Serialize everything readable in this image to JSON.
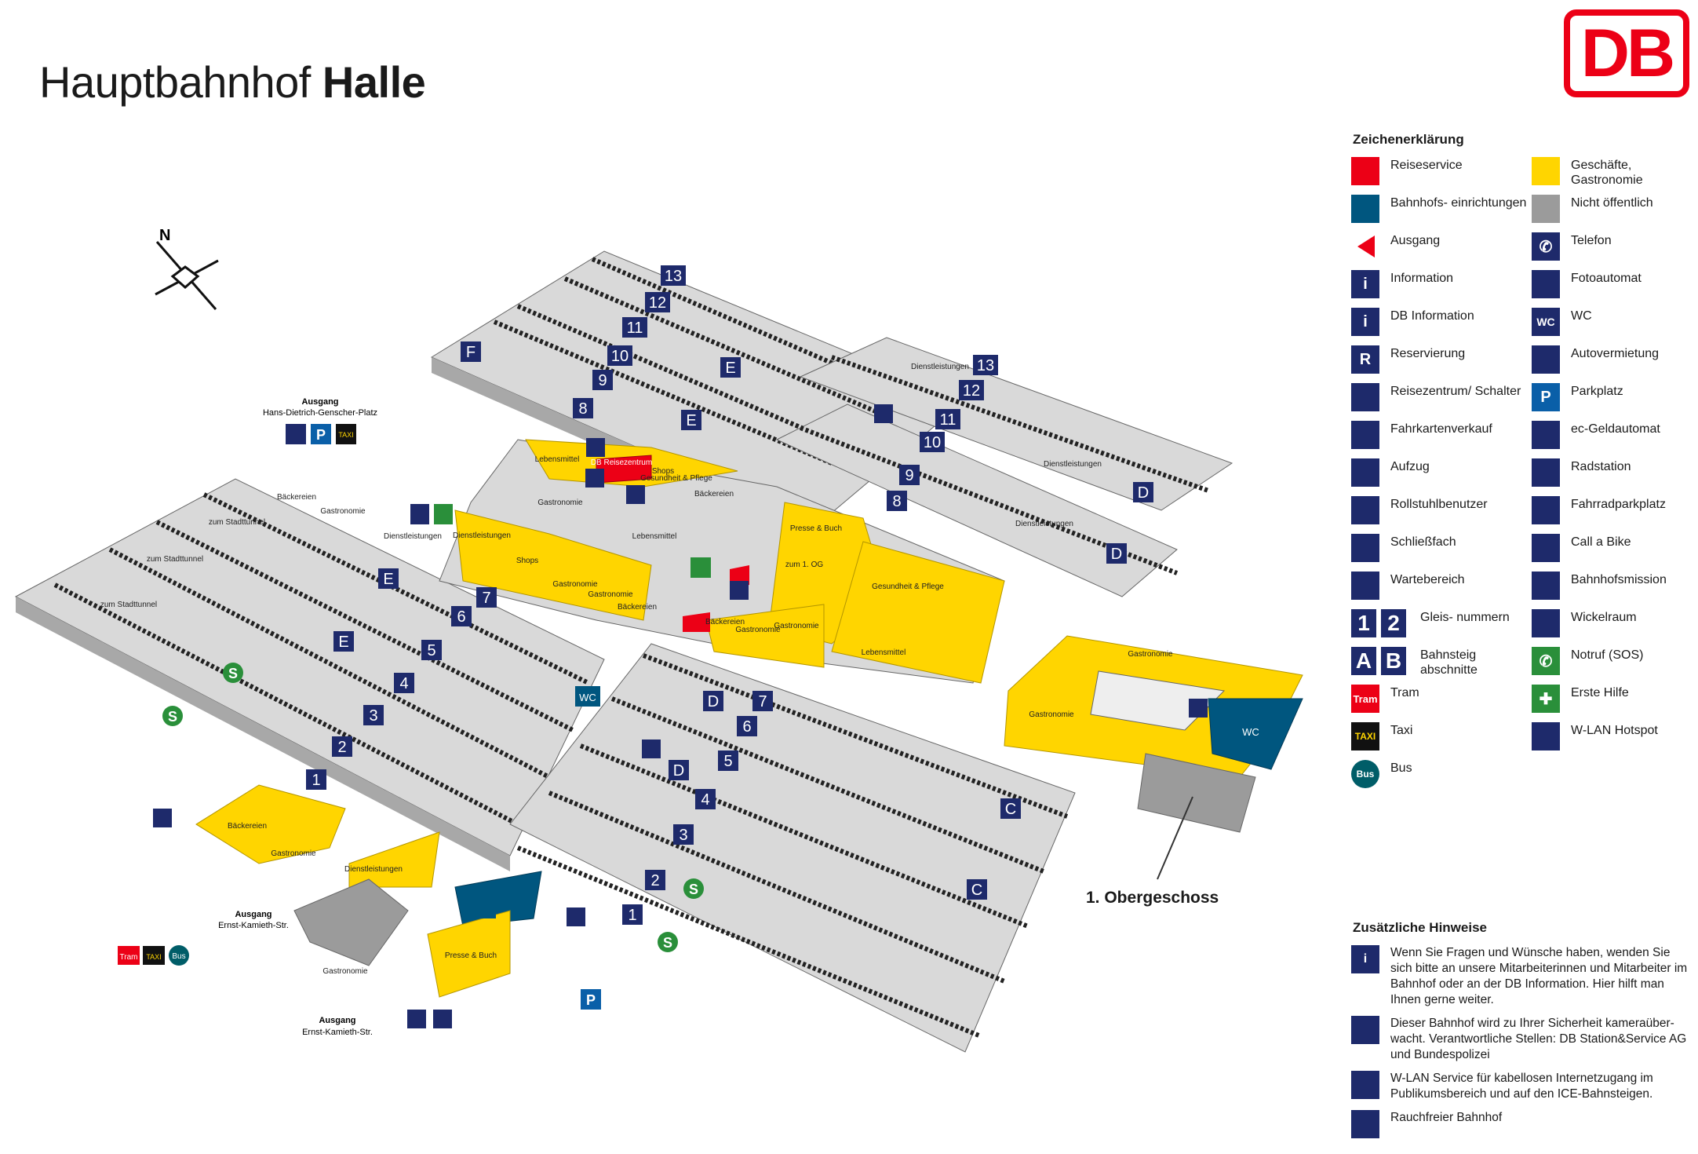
{
  "title": {
    "regular": "Hauptbahnhof ",
    "bold": "Halle"
  },
  "logo": "DB",
  "compass_label": "N",
  "colors": {
    "reiseservice": "#ec0016",
    "bahnhofseinrichtungen": "#00567f",
    "shops": "#ffd500",
    "nicht_oeffentlich": "#9b9b9b",
    "pictogram": "#1e2a6b",
    "green": "#2a8f3a"
  },
  "exits": [
    {
      "label": "Ausgang",
      "street": "Hans-Dietrich-Genscher-Platz"
    },
    {
      "label": "Ausgang",
      "street": "Ernst-Kamieth-Str."
    },
    {
      "label": "Ausgang",
      "street": "Ernst-Kamieth-Str."
    }
  ],
  "transport_badges": {
    "tram": "Tram",
    "taxi": "TAXI",
    "bus": "Bus"
  },
  "map_labels": {
    "lebensmittel": "Lebensmittel",
    "db_reisezentrum": "DB Reisezentrum",
    "shops": "Shops",
    "gesundheit_pflege": "Gesundheit & Pflege",
    "baeckereien": "Bäckereien",
    "gastronomie": "Gastronomie",
    "dienstleistungen": "Dienstleistungen",
    "presse_buch": "Presse & Buch",
    "zum_stadttunnel": "zum Stadttunnel",
    "zum_og": "zum 1. OG",
    "wc": "WC",
    "obergeschoss": "1. Obergeschoss"
  },
  "track_numbers": [
    "1",
    "2",
    "3",
    "4",
    "5",
    "6",
    "7",
    "8",
    "9",
    "10",
    "11",
    "12",
    "13"
  ],
  "section_letters": [
    "C",
    "D",
    "E",
    "F"
  ],
  "legend": {
    "heading": "Zeichenerklärung",
    "items": [
      {
        "label": "Reiseservice",
        "icon": "red-square"
      },
      {
        "label": "Geschäfte, Gastronomie",
        "icon": "yellow-square"
      },
      {
        "label": "Bahnhofs- einrichtungen",
        "icon": "blue-square"
      },
      {
        "label": "Nicht öffentlich",
        "icon": "grey-square"
      },
      {
        "label": "Ausgang",
        "icon": "exit-triangle"
      },
      {
        "label": "Telefon",
        "icon": "phone"
      },
      {
        "label": "Information",
        "icon": "info"
      },
      {
        "label": "Fotoautomat",
        "icon": "photo-booth"
      },
      {
        "label": "DB Information",
        "icon": "db-info"
      },
      {
        "label": "WC",
        "icon": "wc"
      },
      {
        "label": "Reservierung",
        "icon": "reservation"
      },
      {
        "label": "Autovermietung",
        "icon": "car-rental"
      },
      {
        "label": "Reisezentrum/ Schalter",
        "icon": "travel-center"
      },
      {
        "label": "Parkplatz",
        "icon": "parking"
      },
      {
        "label": "Fahrkartenverkauf",
        "icon": "ticket-machine"
      },
      {
        "label": "ec-Geldautomat",
        "icon": "atm"
      },
      {
        "label": "Aufzug",
        "icon": "elevator"
      },
      {
        "label": "Radstation",
        "icon": "bike-station"
      },
      {
        "label": "Rollstuhlbenutzer",
        "icon": "wheelchair"
      },
      {
        "label": "Fahrradparkplatz",
        "icon": "bike-parking"
      },
      {
        "label": "Schließfach",
        "icon": "locker"
      },
      {
        "label": "Call a Bike",
        "icon": "call-a-bike"
      },
      {
        "label": "Wartebereich",
        "icon": "waiting-area"
      },
      {
        "label": "Bahnhofsmission",
        "icon": "station-mission"
      },
      {
        "label": "Gleis- nummern",
        "icon": "track-numbers",
        "sample": [
          "1",
          "2"
        ]
      },
      {
        "label": "Wickelraum",
        "icon": "baby-change"
      },
      {
        "label": "Bahnsteig abschnitte",
        "icon": "platform-sections",
        "sample": [
          "A",
          "B"
        ]
      },
      {
        "label": "Notruf (SOS)",
        "icon": "sos"
      },
      {
        "label": "Tram",
        "icon": "tram"
      },
      {
        "label": "Erste Hilfe",
        "icon": "first-aid"
      },
      {
        "label": "Taxi",
        "icon": "taxi"
      },
      {
        "label": "W-LAN Hotspot",
        "icon": "wlan"
      },
      {
        "label": "Bus",
        "icon": "bus"
      }
    ]
  },
  "hints": {
    "heading": "Zusätzliche Hinweise",
    "items": [
      {
        "icon": "info",
        "text": "Wenn Sie Fragen und Wünsche haben, wenden Sie sich bitte an unsere Mitarbeiterinnen und Mitarbeiter im Bahnhof oder an der DB Information. Hier hilft man Ihnen gerne weiter."
      },
      {
        "icon": "camera",
        "text": "Dieser Bahnhof wird zu Ihrer Sicherheit kameraüber- wacht. Verantwortliche Stellen: DB Station&Service AG und Bundespolizei"
      },
      {
        "icon": "wlan",
        "text": "W-LAN Service für kabellosen Internetzugang im Publikumsbereich und auf den ICE-Bahnsteigen."
      },
      {
        "icon": "no-smoking",
        "text": "Rauchfreier Bahnhof"
      }
    ]
  }
}
